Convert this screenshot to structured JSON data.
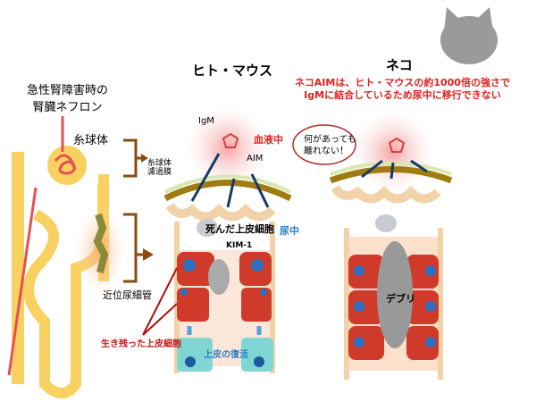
{
  "left": {
    "title_line1": "急性腎障害時の",
    "title_line2": "腎臓ネフロン",
    "glomerulus": "糸球体",
    "proximal_tubule": "近位尿細管",
    "surviving_cells": "生き残った上皮細胞"
  },
  "human": {
    "title": "ヒト・マウス",
    "igm": "IgM",
    "aim": "AIM",
    "blood": "血液中",
    "filter_line1": "糸球体",
    "filter_line2": "濾過膜",
    "dead_cells": "死んだ上皮細胞",
    "urine": "尿中",
    "kim1": "KIM-1",
    "recovery": "上皮の復活"
  },
  "cat": {
    "title": "ネコ",
    "note_line1": "ネコAIMは、ヒト・マウスの約1000倍の強さで",
    "note_line2": "IgMに結合しているため尿中に移行できない",
    "bubble_line1": "何があっても",
    "bubble_line2": "離れない！",
    "debris": "デブリ"
  },
  "colors": {
    "red": "#e02020",
    "blue": "#2a7fc0",
    "brown": "#8b4a12",
    "yellow": "#f8d160",
    "cell": "#d03a2a"
  }
}
